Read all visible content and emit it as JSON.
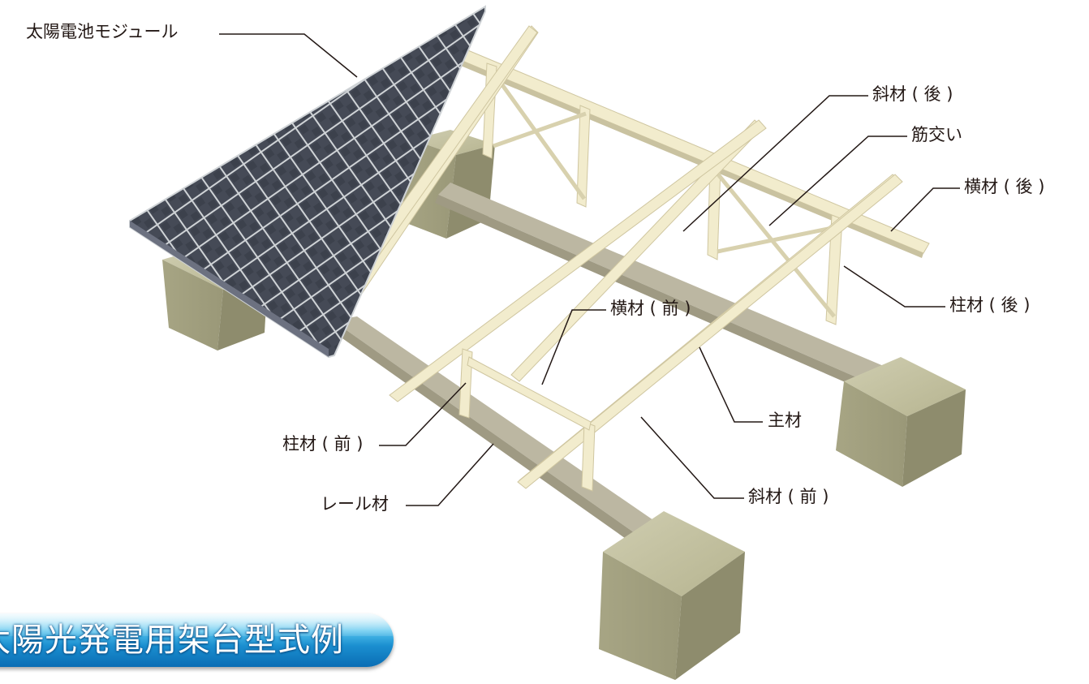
{
  "labels": {
    "solar_module": "太陽電池モジュール",
    "diagonal_rear": "斜材 ( 後 )",
    "brace": "筋交い",
    "crossbeam_rear": "横材 ( 後 )",
    "column_rear": "柱材 ( 後 )",
    "crossbeam_front": "横材 ( 前 )",
    "main_member": "主材",
    "column_front": "柱材 ( 前 )",
    "rail_member": "レール材",
    "diagonal_front": "斜材 ( 前 )"
  },
  "title": "太陽光発電用架台型式例",
  "colors": {
    "frame": "#f2eccd",
    "frame_edge": "#cfc6a0",
    "rail": "#bcb7a2",
    "concrete": "#b3b18e",
    "panel": "#454a56",
    "cell_grid": "#cfd3d6",
    "leader": "#231815",
    "banner": "#1b8fd0"
  },
  "icons": [
    "solar-panel-array",
    "concrete-block",
    "steel-frame"
  ]
}
